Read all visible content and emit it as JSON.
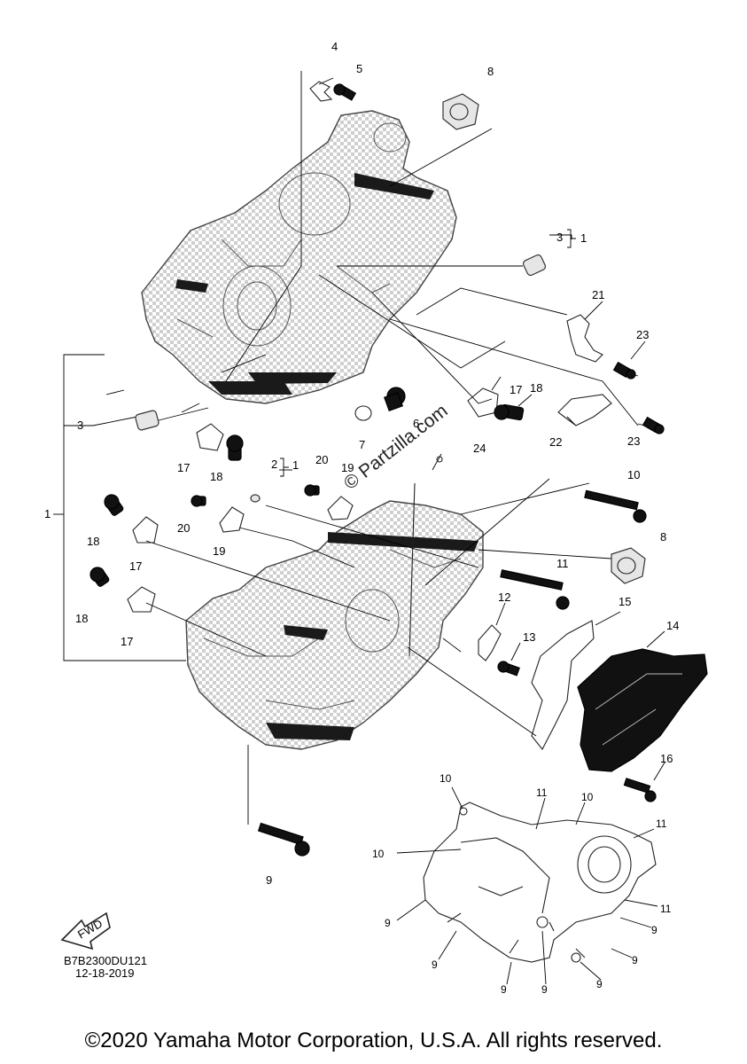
{
  "diagram": {
    "watermark": "© Partzilla.com",
    "part_code": "B7B2300DU121",
    "date": "12-18-2019",
    "fwd_label": "FWD",
    "copyright": "©2020 Yamaha Motor Corporation, U.S.A. All rights reserved.",
    "callouts": {
      "c1_assembly": "1",
      "c1_bracket_a": "1",
      "c1_bracket_b": "1",
      "c2": "2",
      "c3_upper": "3",
      "c3_left": "3",
      "c4": "4",
      "c5": "5",
      "c6": "6",
      "c7": "7",
      "c8_upper": "8",
      "c8_lower": "8",
      "c9_bolt": "9",
      "c10_bolt": "10",
      "c11_bolt": "11",
      "c12": "12",
      "c13": "13",
      "c14": "14",
      "c15": "15",
      "c16": "16",
      "c17_a": "17",
      "c17_b": "17",
      "c17_c": "17",
      "c17_d": "17",
      "c18_a": "18",
      "c18_b": "18",
      "c18_c": "18",
      "c18_d": "18",
      "c19_a": "19",
      "c19_b": "19",
      "c20_a": "20",
      "c20_b": "20",
      "c21": "21",
      "c22": "22",
      "c23_a": "23",
      "c23_b": "23",
      "c24": "24",
      "key": {
        "k10_a": "10",
        "k10_b": "10",
        "k10_c": "10",
        "k11_a": "11",
        "k11_b": "11",
        "k11_c": "11",
        "k9_a": "9",
        "k9_b": "9",
        "k9_c": "9",
        "k9_d": "9",
        "k9_e": "9",
        "k9_f": "9",
        "k9_g": "9",
        "k9_h": "9"
      }
    }
  }
}
